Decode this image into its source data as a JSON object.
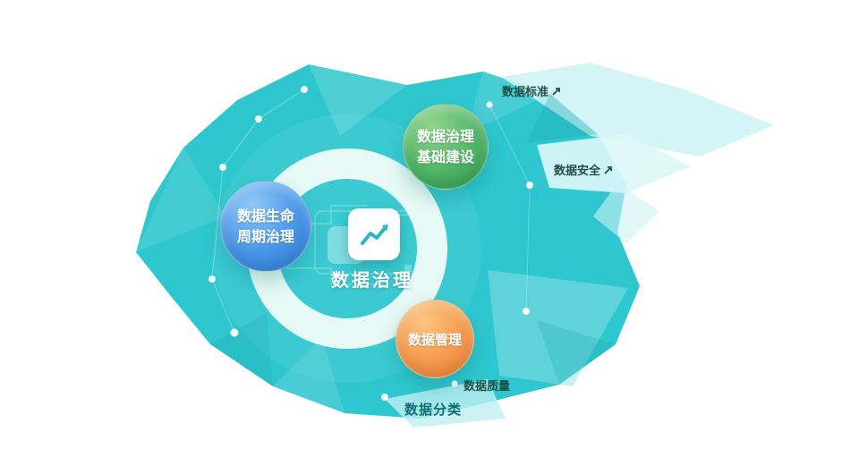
{
  "diagram": {
    "center": {
      "title": "数据治理",
      "icon": "line-chart-icon"
    },
    "nodes": {
      "infrastructure": {
        "line1": "数据治理",
        "line2": "基础建设",
        "color": "#3fa95c"
      },
      "lifecycle": {
        "line1": "数据生命",
        "line2": "周期治理",
        "color": "#2f86e0"
      },
      "management": {
        "line1": "数据管理",
        "color": "#f1903f"
      }
    },
    "satellites": [
      {
        "id": "top-right-1",
        "label": "数据标准"
      },
      {
        "id": "top-right-2",
        "label": "数据安全"
      },
      {
        "id": "bottom-mid",
        "label": "数据质量"
      },
      {
        "id": "bottom-left",
        "label": "数据分类"
      }
    ],
    "colors": {
      "blob_teal": "#2fc7cf",
      "ring_mint": "#e7f9f4",
      "green": "#3fa95c",
      "blue": "#2f86e0",
      "orange": "#f1903f",
      "label_dark": "#14555b"
    }
  }
}
